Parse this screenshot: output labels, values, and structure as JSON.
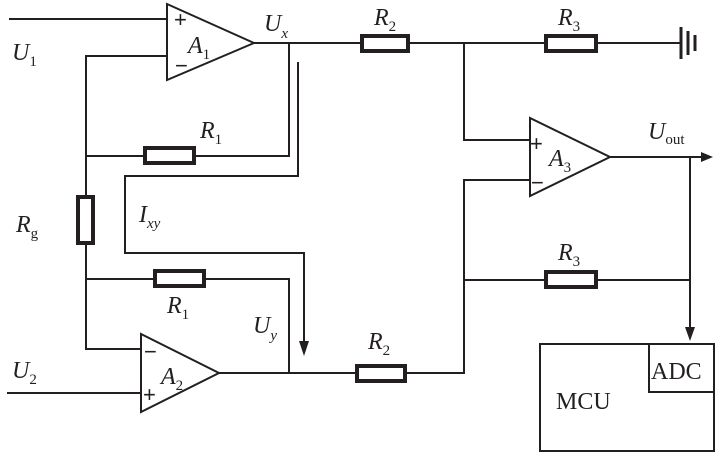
{
  "inputs": {
    "u1": {
      "main": "U",
      "sub": "1"
    },
    "u2": {
      "main": "U",
      "sub": "2"
    }
  },
  "nodes": {
    "ux": {
      "main": "U",
      "sub": "x"
    },
    "uy": {
      "main": "U",
      "sub": "y"
    },
    "uout": {
      "main": "U",
      "sub": "out"
    },
    "ixy": {
      "main": "I",
      "sub": "xy"
    }
  },
  "amplifiers": {
    "a1": {
      "main": "A",
      "sub": "1",
      "plus": "+",
      "minus": "−"
    },
    "a2": {
      "main": "A",
      "sub": "2",
      "plus": "+",
      "minus": "−"
    },
    "a3": {
      "main": "A",
      "sub": "3",
      "plus": "+",
      "minus": "−"
    }
  },
  "resistors": {
    "r1_top": {
      "main": "R",
      "sub": "1"
    },
    "r1_bottom": {
      "main": "R",
      "sub": "1"
    },
    "r2_top": {
      "main": "R",
      "sub": "2"
    },
    "r2_bottom": {
      "main": "R",
      "sub": "2"
    },
    "r3_top": {
      "main": "R",
      "sub": "3"
    },
    "r3_bottom": {
      "main": "R",
      "sub": "3"
    },
    "rg": {
      "main": "R",
      "sub": "g"
    }
  },
  "blocks": {
    "mcu": "MCU",
    "adc": "ADC"
  }
}
